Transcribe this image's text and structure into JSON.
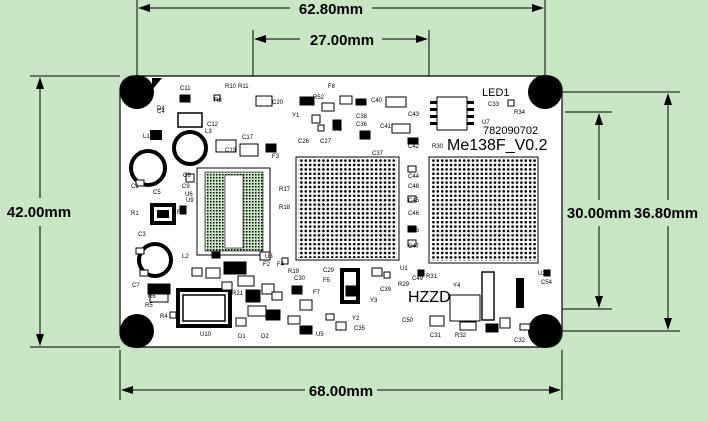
{
  "dimensions": {
    "top_wide": "62.80mm",
    "top_inner": "27.00mm",
    "left_height": "42.00mm",
    "right_inner": "30.00mm",
    "right_outer": "36.80mm",
    "bottom_width": "68.00mm"
  },
  "board": {
    "title": "Me138F_V0.2",
    "serial": "782090702",
    "led_label": "LED1",
    "brand": "HZZD"
  },
  "labels": {
    "c1": "C1",
    "c5": "C5",
    "r1": "R1",
    "c3": "C3",
    "l1": "L1",
    "l2": "L2",
    "l3": "L3",
    "c4": "C4",
    "c7": "C7",
    "c9": "C9",
    "c11": "C11",
    "c12": "C12",
    "c13": "C13",
    "c17": "C17",
    "c20": "C20",
    "f3": "F3",
    "r10": "R10",
    "r11": "R11",
    "r8": "R8",
    "y1": "Y1",
    "r3": "R3",
    "u6": "U6",
    "r17": "R17",
    "r18": "R18",
    "u3": "U3",
    "c37": "C37",
    "c38": "C38",
    "c36": "C36",
    "c40": "C40",
    "c41": "C41",
    "c42": "C42",
    "c43": "C43",
    "c33": "C33",
    "r34": "R34",
    "u7": "U7",
    "c44": "C44",
    "c45": "C45",
    "c46": "C46",
    "c47": "C47",
    "r30": "R30",
    "r36": "R36",
    "u2": "U2",
    "c54": "C54",
    "y4": "Y4",
    "c50": "C50",
    "c31": "C31",
    "r32": "R32",
    "c32": "C32",
    "u10": "U10",
    "d1": "D1",
    "d2": "D2",
    "u5": "U5",
    "y2": "Y2",
    "y3": "Y3",
    "c30": "C30",
    "c35": "C35",
    "c39": "C39",
    "c29": "C29",
    "f5": "F5",
    "f7": "F7",
    "r6": "R6",
    "r5": "R5",
    "r4": "R4",
    "c48": "C48",
    "r31": "R31",
    "u1": "U1",
    "c49": "C49",
    "c26": "C26",
    "c27": "C27",
    "r52": "R52",
    "f8": "F8",
    "f9": "F9",
    "r19": "R19",
    "r29": "R29",
    "f2": "F2",
    "f4": "F4",
    "d4": "D4",
    "r21": "R21",
    "c6": "C6",
    "u9": "U9"
  }
}
